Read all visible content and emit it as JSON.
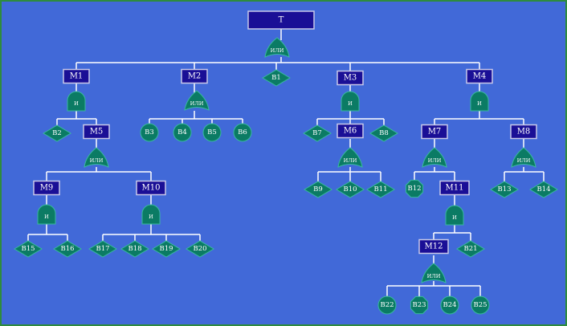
{
  "colors": {
    "background": "#4169d8",
    "frame": "#2e8b3e",
    "box_fill": "#1a0f96",
    "box_stroke": "#c8c8e8",
    "node_fill": "#0b7b64",
    "node_stroke": "#39b8a0",
    "line": "#ffffff",
    "text": "#ffffff"
  },
  "diagram": {
    "top": {
      "label": "Т",
      "gate": "ИЛИ"
    },
    "m1": {
      "label": "М1",
      "gate": "И"
    },
    "m2": {
      "label": "М2",
      "gate": "ИЛИ"
    },
    "m3": {
      "label": "М3",
      "gate": "И"
    },
    "m4": {
      "label": "М4",
      "gate": "И"
    },
    "m5": {
      "label": "М5",
      "gate": "ИЛИ"
    },
    "m6": {
      "label": "М6",
      "gate": "ИЛИ"
    },
    "m7": {
      "label": "М7",
      "gate": "ИЛИ"
    },
    "m8": {
      "label": "М8",
      "gate": "ИЛИ"
    },
    "m9": {
      "label": "М9",
      "gate": "И"
    },
    "m10": {
      "label": "М10",
      "gate": "И"
    },
    "m11": {
      "label": "М11",
      "gate": "И"
    },
    "m12": {
      "label": "М12",
      "gate": "ИЛИ"
    },
    "events": {
      "b1": "В1",
      "b2": "В2",
      "b3": "В3",
      "b4": "В4",
      "b5": "В5",
      "b6": "В6",
      "b7": "В7",
      "b8": "В8",
      "b9": "В9",
      "b10": "В10",
      "b11": "В11",
      "b12": "В12",
      "b13": "В13",
      "b14": "В14",
      "b15": "В15",
      "b16": "В16",
      "b17": "В17",
      "b18": "В18",
      "b19": "В19",
      "b20": "В20",
      "b21": "В21",
      "b22": "В22",
      "b23": "В23",
      "b24": "В24",
      "b25": "В25"
    }
  }
}
